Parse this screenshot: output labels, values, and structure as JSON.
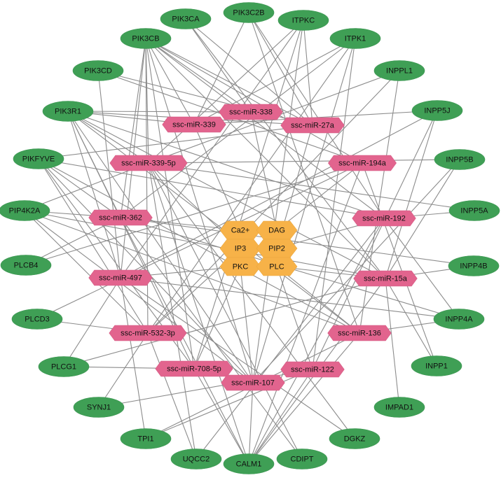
{
  "colors": {
    "gene": "#3f9f55",
    "mirna": "#e2648e",
    "core": "#f7b248",
    "edge": "#8c8c8c"
  },
  "genes": [
    "PIK3CA",
    "PIK3C2B",
    "ITPKC",
    "PIK3CB",
    "ITPK1",
    "PIK3CD",
    "INPPL1",
    "PIK3R1",
    "INPP5J",
    "PIKFYVE",
    "INPP5B",
    "PIP4K2A",
    "INPP5A",
    "PLCB4",
    "INPP4B",
    "PLCD3",
    "INPP4A",
    "PLCG1",
    "INPP1",
    "SYNJ1",
    "IMPAD1",
    "TPI1",
    "DGKZ",
    "UQCC2",
    "CALM1",
    "CDIPT"
  ],
  "mirnas": [
    "ssc-miR-338",
    "ssc-miR-339",
    "ssc-miR-27a",
    "ssc-miR-339-5p",
    "ssc-miR-194a",
    "ssc-miR-362",
    "ssc-miR-192",
    "ssc-miR-497",
    "ssc-miR-15a",
    "ssc-miR-136",
    "ssc-miR-532-3p",
    "ssc-miR-122",
    "ssc-miR-708-5p",
    "ssc-miR-107"
  ],
  "core": [
    "Ca2+",
    "DAG",
    "IP3",
    "PIP2",
    "PKC",
    "PLC"
  ],
  "edges": [
    [
      "PIK3CB",
      "ssc-miR-339"
    ],
    [
      "PIK3CB",
      "ssc-miR-27a"
    ],
    [
      "PIK3CB",
      "ssc-miR-339-5p"
    ],
    [
      "PIK3CB",
      "ssc-miR-362"
    ],
    [
      "PIK3CB",
      "ssc-miR-497"
    ],
    [
      "PIK3CB",
      "ssc-miR-532-3p"
    ],
    [
      "PIK3CB",
      "ssc-miR-708-5p"
    ],
    [
      "PIK3CB",
      "ssc-miR-107"
    ],
    [
      "PIK3CB",
      "ssc-miR-15a"
    ],
    [
      "PIK3CB",
      "ssc-miR-192"
    ],
    [
      "PIK3CB",
      "ssc-miR-194a"
    ],
    [
      "PIK3CB",
      "ssc-miR-338"
    ],
    [
      "PIK3CA",
      "ssc-miR-338"
    ],
    [
      "PIK3CA",
      "ssc-miR-15a"
    ],
    [
      "PIK3CA",
      "ssc-miR-27a"
    ],
    [
      "PIK3C2B",
      "ssc-miR-27a"
    ],
    [
      "PIK3C2B",
      "ssc-miR-136"
    ],
    [
      "PIK3C2B",
      "ssc-miR-339"
    ],
    [
      "PIK3C2B",
      "ssc-miR-192"
    ],
    [
      "ITPKC",
      "ssc-miR-27a"
    ],
    [
      "ITPKC",
      "ssc-miR-339-5p"
    ],
    [
      "ITPKC",
      "ssc-miR-107"
    ],
    [
      "ITPKC",
      "ssc-miR-497"
    ],
    [
      "ITPKC",
      "ssc-miR-708-5p"
    ],
    [
      "ITPK1",
      "ssc-miR-362"
    ],
    [
      "ITPK1",
      "ssc-miR-532-3p"
    ],
    [
      "ITPK1",
      "ssc-miR-339"
    ],
    [
      "ITPK1",
      "ssc-miR-107"
    ],
    [
      "ITPK1",
      "ssc-miR-122"
    ],
    [
      "PIK3CD",
      "ssc-miR-27a"
    ],
    [
      "PIK3CD",
      "ssc-miR-497"
    ],
    [
      "PIK3CD",
      "ssc-miR-194a"
    ],
    [
      "INPPL1",
      "ssc-miR-339-5p"
    ],
    [
      "INPPL1",
      "ssc-miR-136"
    ],
    [
      "INPPL1",
      "ssc-miR-532-3p"
    ],
    [
      "PIK3R1",
      "ssc-miR-339"
    ],
    [
      "PIK3R1",
      "ssc-miR-338"
    ],
    [
      "PIK3R1",
      "ssc-miR-27a"
    ],
    [
      "PIK3R1",
      "ssc-miR-339-5p"
    ],
    [
      "PIK3R1",
      "ssc-miR-362"
    ],
    [
      "PIK3R1",
      "ssc-miR-497"
    ],
    [
      "PIK3R1",
      "ssc-miR-15a"
    ],
    [
      "PIK3R1",
      "ssc-miR-192"
    ],
    [
      "PIK3R1",
      "ssc-miR-107"
    ],
    [
      "PIK3R1",
      "ssc-miR-136"
    ],
    [
      "PIK3R1",
      "ssc-miR-708-5p"
    ],
    [
      "INPP5J",
      "ssc-miR-339"
    ],
    [
      "INPP5J",
      "ssc-miR-15a"
    ],
    [
      "INPP5J",
      "ssc-miR-497"
    ],
    [
      "INPP5J",
      "ssc-miR-122"
    ],
    [
      "PIKFYVE",
      "ssc-miR-27a"
    ],
    [
      "PIKFYVE",
      "ssc-miR-192"
    ],
    [
      "PIKFYVE",
      "ssc-miR-136"
    ],
    [
      "PIKFYVE",
      "ssc-miR-107"
    ],
    [
      "PIKFYVE",
      "ssc-miR-708-5p"
    ],
    [
      "PIKFYVE",
      "ssc-miR-532-3p"
    ],
    [
      "PIKFYVE",
      "ssc-miR-362"
    ],
    [
      "INPP5B",
      "ssc-miR-15a"
    ],
    [
      "INPP5B",
      "ssc-miR-339-5p"
    ],
    [
      "INPP5B",
      "ssc-miR-107"
    ],
    [
      "PIP4K2A",
      "ssc-miR-362"
    ],
    [
      "PIP4K2A",
      "ssc-miR-339-5p"
    ],
    [
      "PIP4K2A",
      "ssc-miR-15a"
    ],
    [
      "PIP4K2A",
      "ssc-miR-136"
    ],
    [
      "PIP4K2A",
      "ssc-miR-107"
    ],
    [
      "PIP4K2A",
      "ssc-miR-532-3p"
    ],
    [
      "INPP5A",
      "ssc-miR-192"
    ],
    [
      "INPP5A",
      "ssc-miR-339-5p"
    ],
    [
      "PLCB4",
      "ssc-miR-362"
    ],
    [
      "PLCB4",
      "ssc-miR-194a"
    ],
    [
      "INPP4B",
      "ssc-miR-15a"
    ],
    [
      "INPP4B",
      "ssc-miR-362"
    ],
    [
      "PLCD3",
      "ssc-miR-194a"
    ],
    [
      "PLCD3",
      "ssc-miR-532-3p"
    ],
    [
      "INPP4A",
      "ssc-miR-136"
    ],
    [
      "INPP4A",
      "ssc-miR-362"
    ],
    [
      "INPP4A",
      "ssc-miR-497"
    ],
    [
      "INPP4A",
      "ssc-miR-192"
    ],
    [
      "PLCG1",
      "ssc-miR-708-5p"
    ],
    [
      "PLCG1",
      "ssc-miR-497"
    ],
    [
      "PLCG1",
      "ssc-miR-15a"
    ],
    [
      "INPP1",
      "ssc-miR-15a"
    ],
    [
      "INPP1",
      "ssc-miR-194a"
    ],
    [
      "SYNJ1",
      "ssc-miR-122"
    ],
    [
      "SYNJ1",
      "ssc-miR-532-3p"
    ],
    [
      "IMPAD1",
      "ssc-miR-15a"
    ],
    [
      "TPI1",
      "ssc-miR-497"
    ],
    [
      "TPI1",
      "ssc-miR-122"
    ],
    [
      "TPI1",
      "ssc-miR-136"
    ],
    [
      "DGKZ",
      "ssc-miR-497"
    ],
    [
      "DGKZ",
      "ssc-miR-339-5p"
    ],
    [
      "UQCC2",
      "ssc-miR-532-3p"
    ],
    [
      "UQCC2",
      "ssc-miR-192"
    ],
    [
      "UQCC2",
      "ssc-miR-339-5p"
    ],
    [
      "CALM1",
      "ssc-miR-107"
    ],
    [
      "CALM1",
      "ssc-miR-708-5p"
    ],
    [
      "CALM1",
      "ssc-miR-122"
    ],
    [
      "CALM1",
      "ssc-miR-15a"
    ],
    [
      "CALM1",
      "ssc-miR-136"
    ],
    [
      "CALM1",
      "ssc-miR-362"
    ],
    [
      "CALM1",
      "ssc-miR-339-5p"
    ],
    [
      "CALM1",
      "ssc-miR-192"
    ],
    [
      "CALM1",
      "ssc-miR-194a"
    ],
    [
      "CDIPT",
      "ssc-miR-362"
    ],
    [
      "CDIPT",
      "ssc-miR-339-5p"
    ],
    [
      "ssc-miR-339",
      "Ca2+"
    ],
    [
      "ssc-miR-338",
      "DAG"
    ],
    [
      "ssc-miR-27a",
      "PIP2"
    ],
    [
      "ssc-miR-339-5p",
      "IP3"
    ],
    [
      "ssc-miR-194a",
      "DAG"
    ],
    [
      "ssc-miR-362",
      "Ca2+"
    ],
    [
      "ssc-miR-192",
      "PIP2"
    ],
    [
      "ssc-miR-497",
      "PKC"
    ],
    [
      "ssc-miR-15a",
      "PLC"
    ],
    [
      "ssc-miR-136",
      "PLC"
    ],
    [
      "ssc-miR-532-3p",
      "IP3"
    ],
    [
      "ssc-miR-122",
      "PLC"
    ],
    [
      "ssc-miR-708-5p",
      "PKC"
    ],
    [
      "ssc-miR-107",
      "PKC"
    ]
  ]
}
